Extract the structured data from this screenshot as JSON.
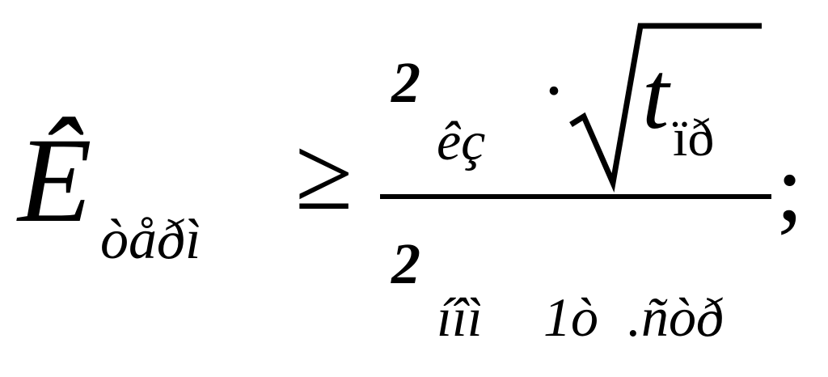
{
  "formula": {
    "lhs": {
      "symbol": "Ê",
      "subscript": "òåðì"
    },
    "relation": "≥",
    "numerator": {
      "coefficient": "2",
      "subscript": "êç",
      "operator": "·",
      "radicand": "t",
      "radicand_subscript": "ïð"
    },
    "denominator": {
      "coefficient": "2",
      "subscript_parts": [
        "íîì",
        "1ò",
        ".ñòð"
      ]
    },
    "terminator": ";"
  }
}
